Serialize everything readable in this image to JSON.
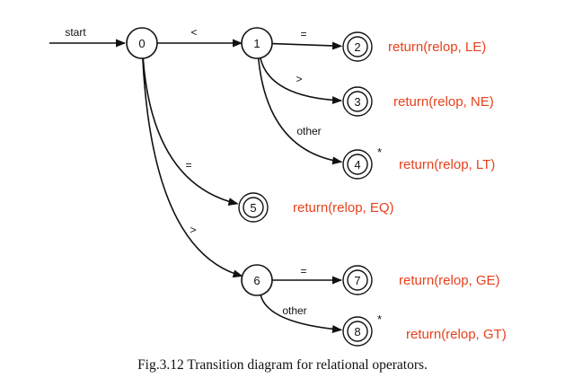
{
  "start_label": "start",
  "caption": "Fig.3.12 Transition diagram for relational operators.",
  "colors": {
    "accent": "#e8401c",
    "ink": "#111111"
  },
  "states": [
    {
      "id": "0",
      "label": "0",
      "accepting": false,
      "retract": false
    },
    {
      "id": "1",
      "label": "1",
      "accepting": false,
      "retract": false
    },
    {
      "id": "2",
      "label": "2",
      "accepting": true,
      "retract": false
    },
    {
      "id": "3",
      "label": "3",
      "accepting": true,
      "retract": false
    },
    {
      "id": "4",
      "label": "4",
      "accepting": true,
      "retract": true
    },
    {
      "id": "5",
      "label": "5",
      "accepting": true,
      "retract": false
    },
    {
      "id": "6",
      "label": "6",
      "accepting": false,
      "retract": false
    },
    {
      "id": "7",
      "label": "7",
      "accepting": true,
      "retract": false
    },
    {
      "id": "8",
      "label": "8",
      "accepting": true,
      "retract": true
    }
  ],
  "transitions": [
    {
      "from": "0",
      "to": "1",
      "label": "<"
    },
    {
      "from": "1",
      "to": "2",
      "label": "="
    },
    {
      "from": "1",
      "to": "3",
      "label": ">"
    },
    {
      "from": "1",
      "to": "4",
      "label": "other"
    },
    {
      "from": "0",
      "to": "5",
      "label": "="
    },
    {
      "from": "0",
      "to": "6",
      "label": ">"
    },
    {
      "from": "6",
      "to": "7",
      "label": "="
    },
    {
      "from": "6",
      "to": "8",
      "label": "other"
    }
  ],
  "actions": [
    {
      "state": "2",
      "keyword": "return",
      "rest": "(relop, LE)"
    },
    {
      "state": "3",
      "keyword": "return",
      "rest": "(relop, NE)"
    },
    {
      "state": "4",
      "keyword": "return",
      "rest": "(relop, LT)"
    },
    {
      "state": "5",
      "keyword": "return",
      "rest": "(relop, EQ)"
    },
    {
      "state": "7",
      "keyword": "return",
      "rest": "(relop, GE)"
    },
    {
      "state": "8",
      "keyword": "return",
      "rest": "(relop, GT)"
    }
  ],
  "retract_mark": "*"
}
